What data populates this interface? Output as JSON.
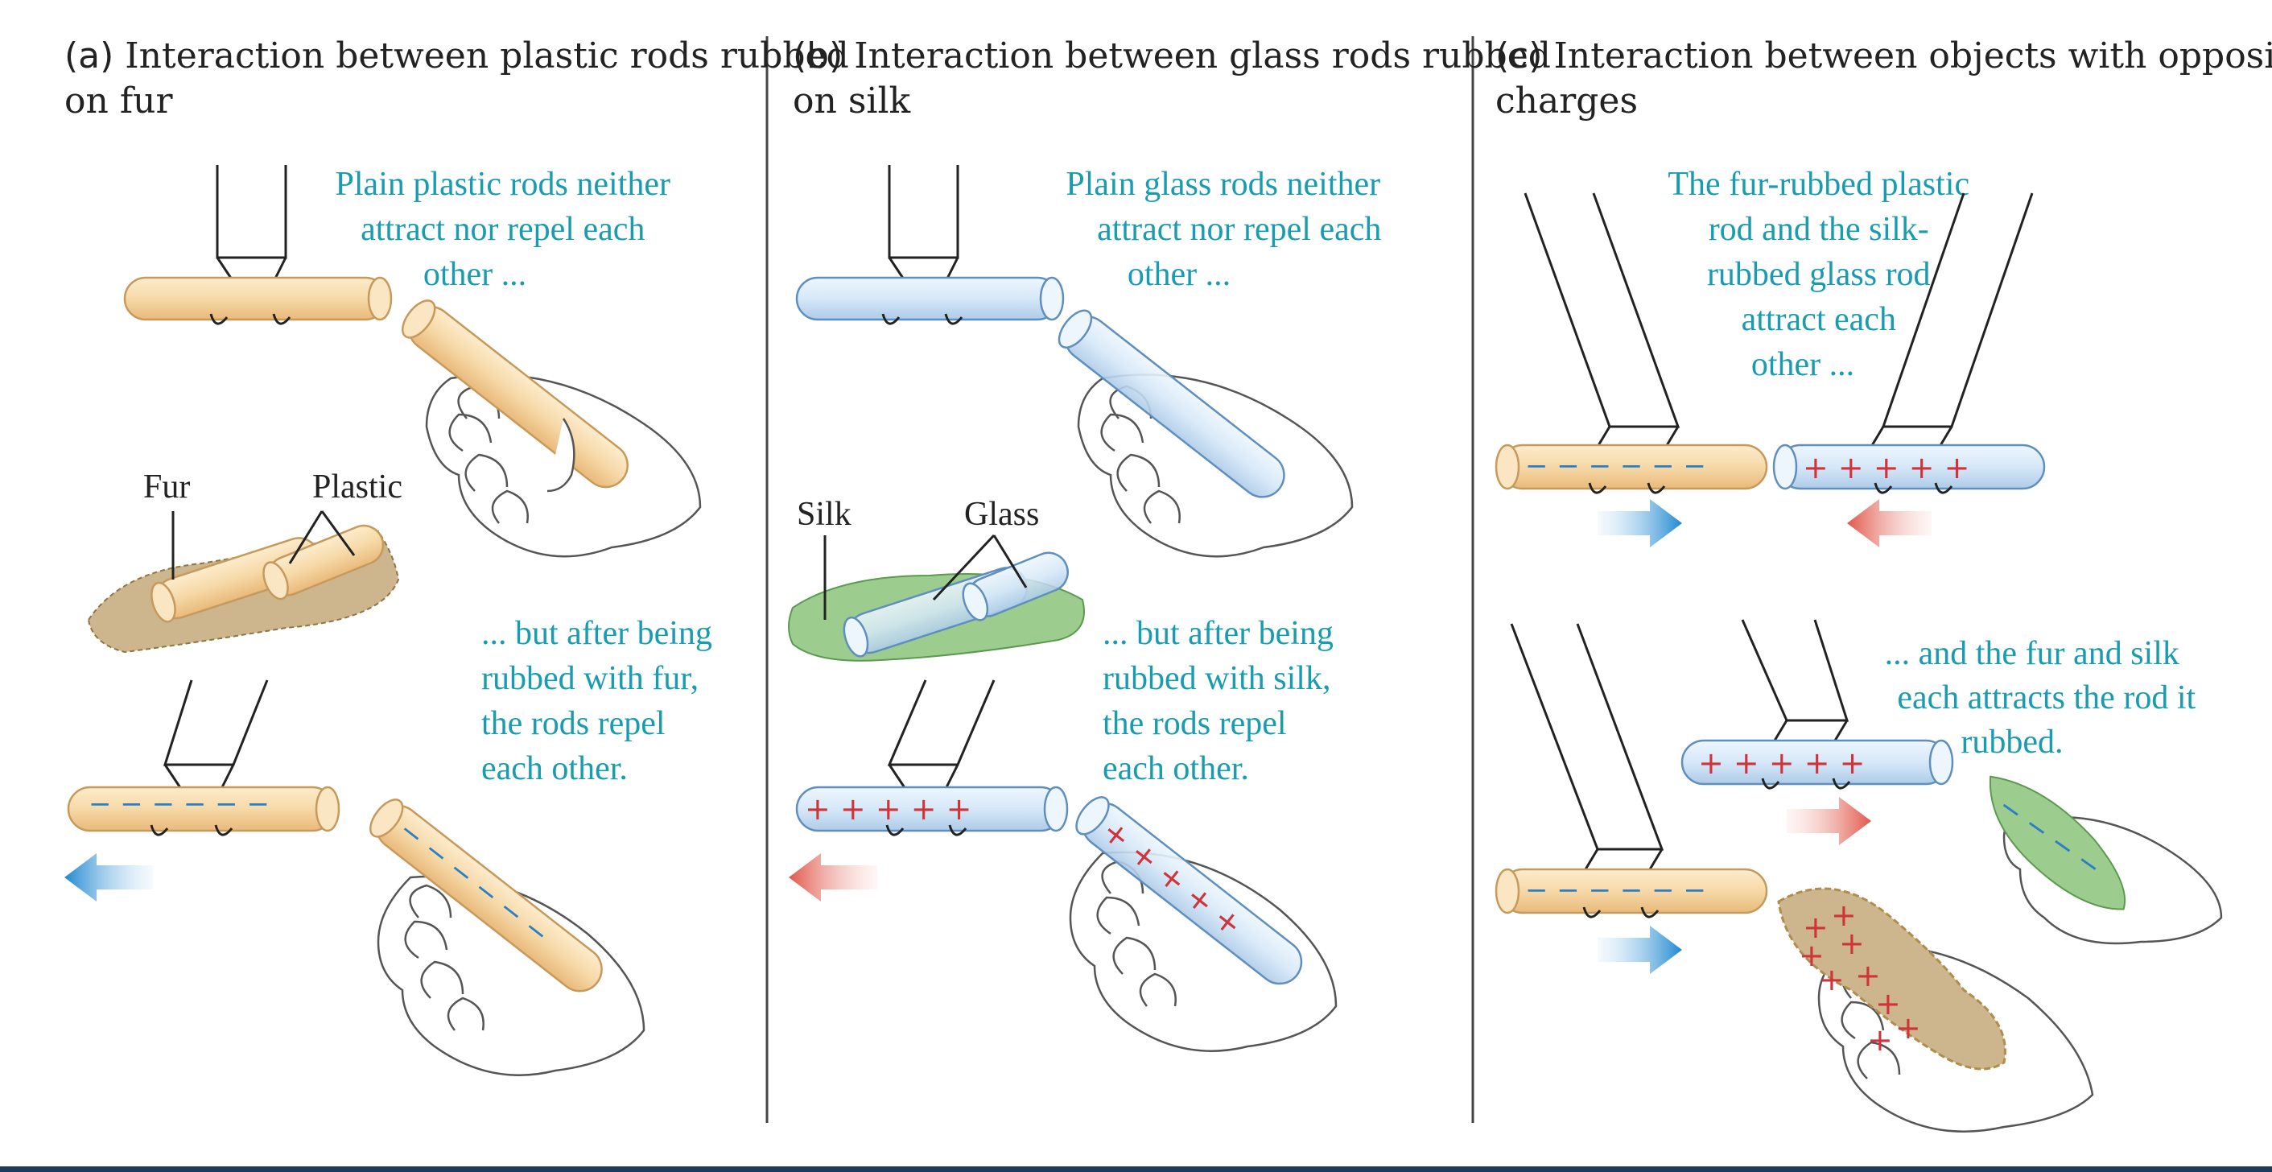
{
  "panels": [
    {
      "letter": "(a)",
      "title_line1": "Interaction between plastic rods rubbed",
      "title_line2": "on fur",
      "caption_top": [
        "Plain plastic rods neither",
        "attract nor repel each",
        "other ..."
      ],
      "caption_bottom": [
        "... but after being",
        "rubbed with fur,",
        "the rods repel",
        "each other."
      ],
      "labels": [
        "Fur",
        "Plastic"
      ]
    },
    {
      "letter": "(b)",
      "title_line1": "Interaction between glass rods rubbed",
      "title_line2": "on silk",
      "caption_top": [
        "Plain glass rods neither",
        "attract nor repel each",
        "other ..."
      ],
      "caption_bottom": [
        "... but after being",
        "rubbed with silk,",
        "the rods repel",
        "each other."
      ],
      "labels": [
        "Silk",
        "Glass"
      ]
    },
    {
      "letter": "(c)",
      "title_line1": "Interaction between objects with opposite",
      "title_line2": "charges",
      "caption_top": [
        "The fur-rubbed plastic",
        "rod and the silk-",
        "rubbed glass rod",
        "attract each",
        "other ..."
      ],
      "caption_bottom": [
        "... and the fur and silk",
        "each attracts the rod it",
        "rubbed."
      ]
    }
  ],
  "colors": {
    "caption": "#1a9cb0",
    "plastic_rod": "#f6d9a8",
    "glass_rod": "#d6e8f8",
    "negative_charge": "#2c7fc4",
    "positive_charge": "#d0343a",
    "divider": "#444444",
    "bottom_bar": "#1f3c5c"
  },
  "symbols": {
    "minus": "−",
    "plus": "+"
  }
}
